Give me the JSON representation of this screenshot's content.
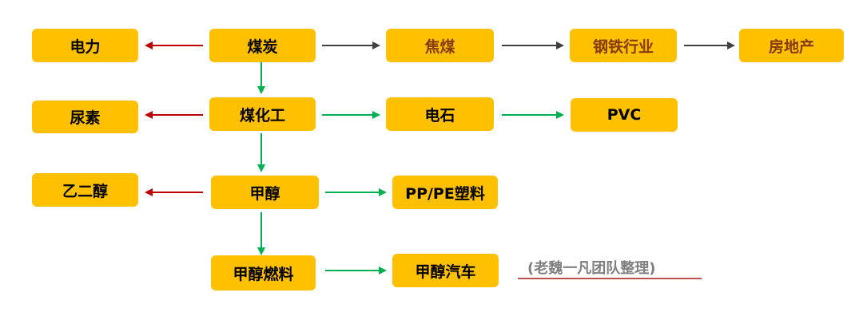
{
  "nodes": {
    "dianli": "电力",
    "meitan": "煤炭",
    "jiaomei": "焦煤",
    "gangtie": "钢铁行业",
    "fangdichan": "房地产",
    "niaosu": "尿素",
    "meihuagong": "煤化工",
    "dianshi": "电石",
    "pvc": "PVC",
    "yierchun": "乙二醇",
    "jiachun": "甲醇",
    "ppsuliao": "PP/PE塑料",
    "jiachunranliao": "甲醇燃料",
    "jiachunqiche": "甲醇汽车"
  },
  "caption": "(老魏一凡团队整理)",
  "colors": {
    "box": "#ffc000",
    "arrow_gray": "#404040",
    "arrow_green": "#00b050",
    "arrow_red": "#c00000"
  }
}
